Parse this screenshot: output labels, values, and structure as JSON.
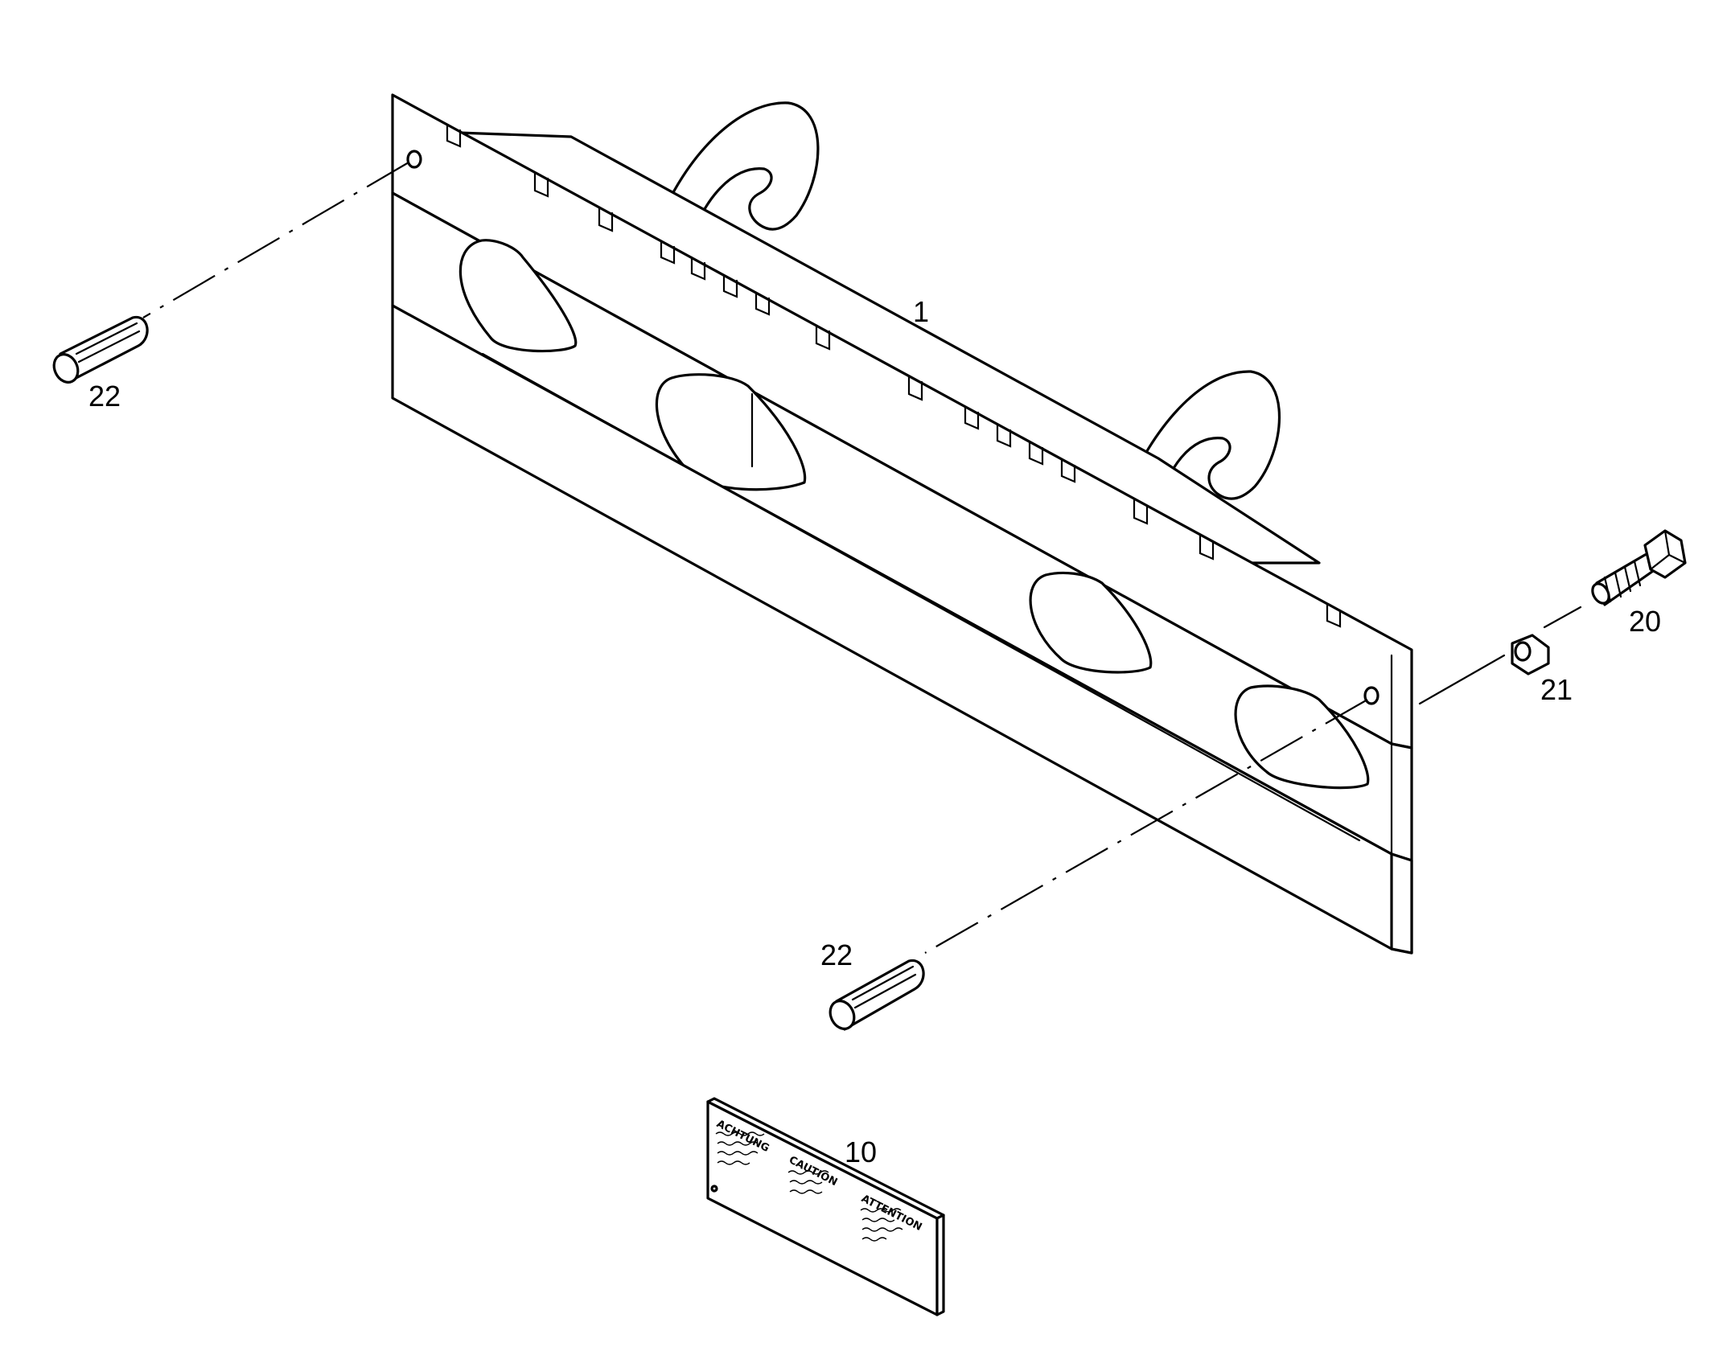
{
  "callouts": {
    "frame": "1",
    "decal": "10",
    "bolt": "20",
    "nut": "21",
    "pin_left": "22",
    "pin_center": "22"
  },
  "decal": {
    "warning_de": "ACHTUNG",
    "warning_en": "CAUTION",
    "warning_fr": "ATTENTION"
  }
}
